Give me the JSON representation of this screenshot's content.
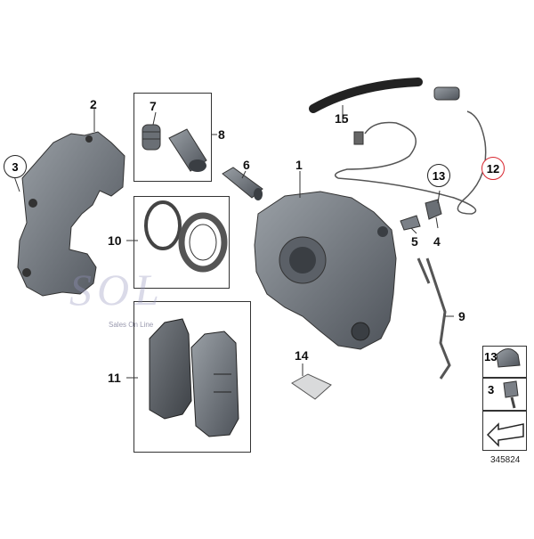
{
  "callouts": {
    "n1": "1",
    "n2": "2",
    "n3": "3",
    "n4": "4",
    "n5": "5",
    "n6": "6",
    "n7": "7",
    "n8": "8",
    "n9": "9",
    "n10": "10",
    "n11": "11",
    "n12": "12",
    "n13": "13",
    "n14": "14",
    "n15": "15"
  },
  "legend": {
    "item_a": "13",
    "item_b": "3"
  },
  "watermark": {
    "main": "SOL",
    "sub": "Sales On Line"
  },
  "diagram_id": "345824",
  "colors": {
    "part_dark": "#5a5f66",
    "part_mid": "#7b8087",
    "part_light": "#a8adb3",
    "red_circle": "#d8262f"
  }
}
